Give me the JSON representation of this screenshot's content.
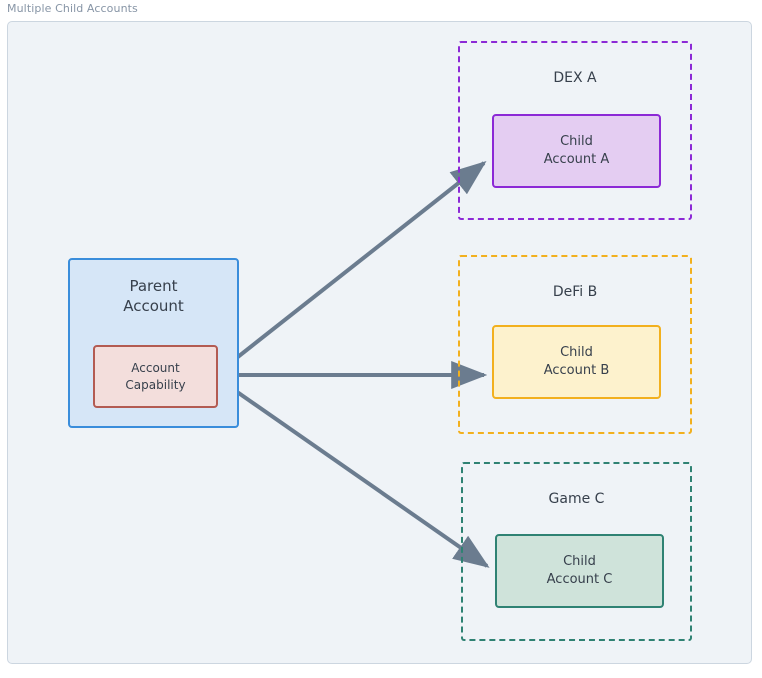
{
  "frame": {
    "title": "Multiple Child Accounts"
  },
  "nodes": {
    "parent_account": {
      "line1": "Parent",
      "line2": "Account"
    },
    "account_capability": {
      "line1": "Account",
      "line2": "Capability"
    },
    "child_account_a": {
      "line1": "Child",
      "line2": "Account A"
    },
    "child_account_b": {
      "line1": "Child",
      "line2": "Account B"
    },
    "child_account_c": {
      "line1": "Child",
      "line2": "Account C"
    }
  },
  "clusters": [
    {
      "id": "dex-a",
      "label": "DEX A",
      "color": "#8c29d6"
    },
    {
      "id": "defi-b",
      "label": "DeFi B",
      "color": "#f2b01e"
    },
    {
      "id": "game-c",
      "label": "Game C",
      "color": "#2f8273"
    }
  ],
  "edges": [
    {
      "from": "account-capability",
      "to": "child-account-a",
      "label": ""
    },
    {
      "from": "account-capability",
      "to": "child-account-b",
      "label": ""
    },
    {
      "from": "account-capability",
      "to": "child-account-c",
      "label": ""
    }
  ],
  "colors": {
    "canvas": "#eff3f7",
    "frame_border": "#ccd6e0",
    "frame_title_text": "#8795a6",
    "node_text": "#37404c",
    "edge": "#6b7c8f",
    "parent_fill": "#d6e6f7",
    "parent_border": "#3a8ddb",
    "capability_fill": "#f3dedc",
    "capability_border": "#b35b52",
    "child_a_fill": "#e4cdf2",
    "child_b_fill": "#fdf2cd",
    "child_c_fill": "#cfe3da"
  }
}
